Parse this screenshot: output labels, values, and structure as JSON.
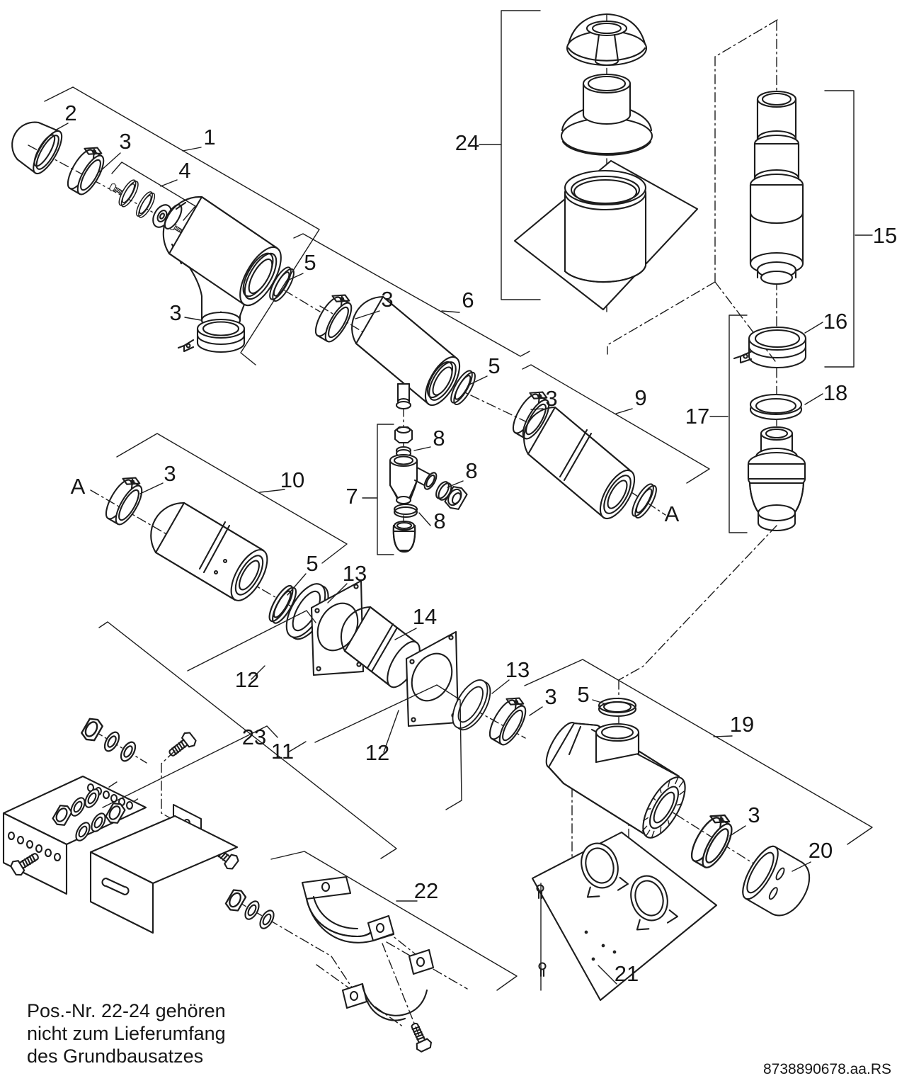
{
  "diagram": {
    "type": "exploded-parts-diagram",
    "line_color": "#1d1d1d",
    "background": "#ffffff",
    "note_lines": [
      "Pos.-Nr. 22-24 gehören",
      "nicht zum Lieferumfang",
      "des Grundbausatzes"
    ],
    "doc_number": "8738890678.aa.RS"
  },
  "callouts": [
    {
      "label": "2"
    },
    {
      "label": "1"
    },
    {
      "label": "3"
    },
    {
      "label": "4"
    },
    {
      "label": "5"
    },
    {
      "label": "3"
    },
    {
      "label": "3"
    },
    {
      "label": "6"
    },
    {
      "label": "5"
    },
    {
      "label": "3"
    },
    {
      "label": "9"
    },
    {
      "label": "24"
    },
    {
      "label": "15"
    },
    {
      "label": "16"
    },
    {
      "label": "18"
    },
    {
      "label": "17"
    },
    {
      "label": "A"
    },
    {
      "label": "3"
    },
    {
      "label": "10"
    },
    {
      "label": "7"
    },
    {
      "label": "8"
    },
    {
      "label": "8"
    },
    {
      "label": "8"
    },
    {
      "label": "5"
    },
    {
      "label": "13"
    },
    {
      "label": "14"
    },
    {
      "label": "12"
    },
    {
      "label": "13"
    },
    {
      "label": "3"
    },
    {
      "label": "5"
    },
    {
      "label": "23"
    },
    {
      "label": "11"
    },
    {
      "label": "12"
    },
    {
      "label": "19"
    },
    {
      "label": "3"
    },
    {
      "label": "20"
    },
    {
      "label": "22"
    },
    {
      "label": "21"
    },
    {
      "label": "A"
    }
  ]
}
